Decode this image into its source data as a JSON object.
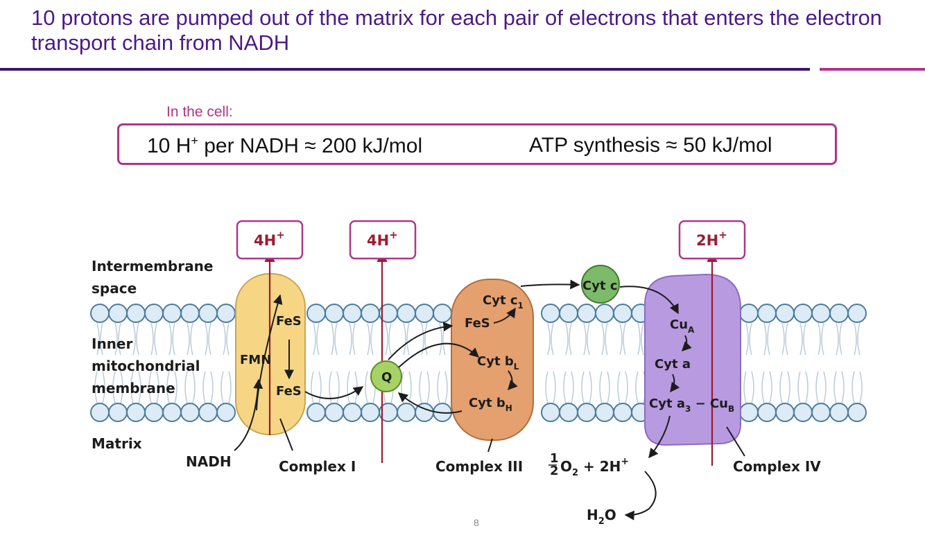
{
  "title": "10 protons are pumped out of the matrix for each pair of electrons that enters the electron transport chain from NADH",
  "cell_note": {
    "label": "In the cell:",
    "left_prefix": "10 H",
    "left_sup": "+",
    "left_suffix": " per NADH ≈ 200 kJ/mol",
    "right": "ATP synthesis ≈ 50 kJ/mol"
  },
  "diagram": {
    "intermembrane_line1": "Intermembrane",
    "intermembrane_line2": "space",
    "inner_line1": "Inner",
    "inner_line2": "mitochondrial",
    "inner_line3": "membrane",
    "matrix": "Matrix",
    "nadh": "NADH",
    "complex1": "Complex I",
    "complex3": "Complex III",
    "complex4": "Complex IV",
    "proton_box1": "4H",
    "proton_box2": "4H",
    "proton_box3": "2H",
    "plus": "+",
    "fmn": "FMN",
    "fes_top": "FeS",
    "fes_bottom": "FeS",
    "q": "Q",
    "cyt_c1": "Cyt c",
    "cyt_c1_sub": "1",
    "fes_c3": "FeS",
    "cyt_bl": "Cyt b",
    "cyt_bl_sub": "L",
    "cyt_bh": "Cyt b",
    "cyt_bh_sub": "H",
    "cytc": "Cyt c",
    "cua": "Cu",
    "cua_sub": "A",
    "cyta": "Cyt a",
    "cyta3": "Cyt a",
    "cyta3_sub": "3",
    "cub": " − Cu",
    "cub_sub": "B",
    "half_num": "1",
    "half_den": "2",
    "o2": "O",
    "o2_sub": "2",
    "o2_tail": " + 2H",
    "h2o": "H",
    "h2o_sub": "2",
    "h2o_tail": "O"
  },
  "page_number": "8",
  "colors": {
    "title": "#4b1a86",
    "accent": "#b0338e",
    "proton_red": "#9b1b30",
    "complex1_fill": "#f6d684",
    "complex3_fill": "#e4a06e",
    "complex4_fill": "#b89ae0",
    "q_fill": "#a7d266",
    "cytc_fill": "#7dbb6a",
    "lipid_fill": "#dcebf5"
  }
}
